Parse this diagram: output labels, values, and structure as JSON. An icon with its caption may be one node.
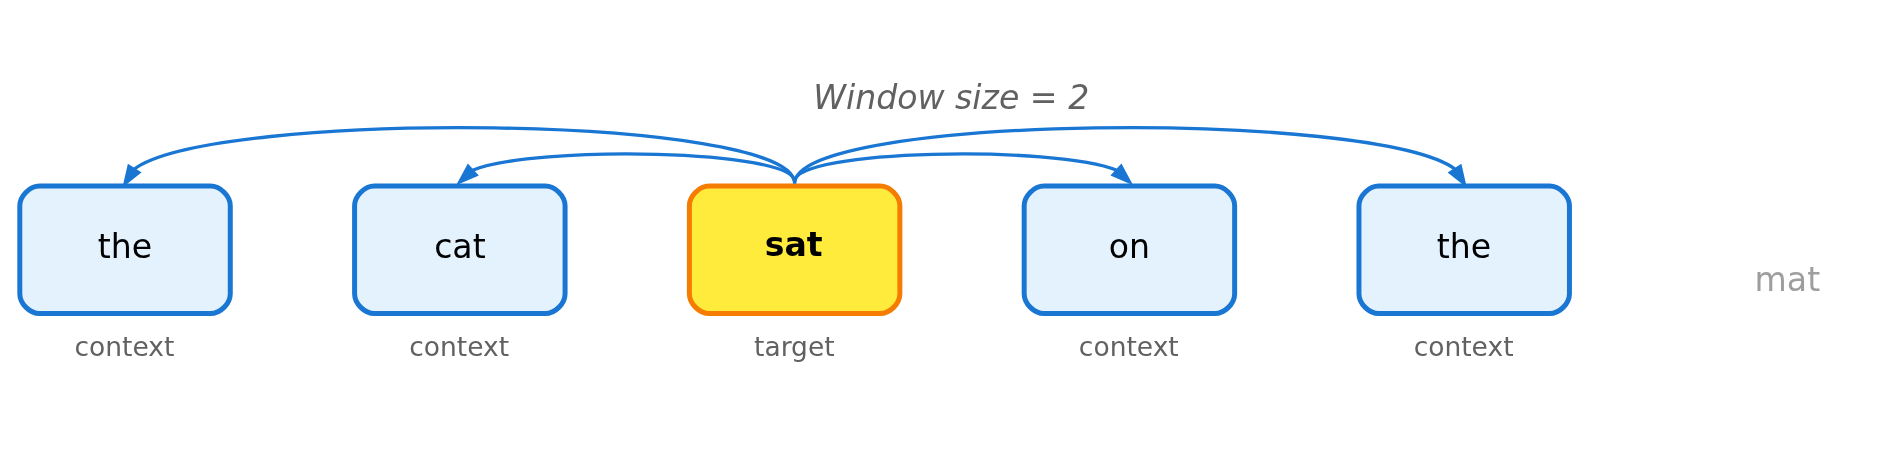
{
  "diagram": {
    "title": "Window size = 2",
    "nodes": [
      {
        "text": [
          "the"
        ],
        "beside": [
          "context"
        ]
      },
      {
        "text": [
          "cat"
        ],
        "beside": [
          "context"
        ]
      },
      {
        "text": [
          "sat"
        ],
        "beside": [
          "target"
        ]
      },
      {
        "text": [
          "on"
        ],
        "beside": [
          "context"
        ]
      },
      {
        "text": [
          "the"
        ],
        "beside": [
          "context"
        ]
      }
    ],
    "edges": [
      {
        "from": 2,
        "to": 0,
        "arrow": "to"
      },
      {
        "from": 2,
        "to": 1,
        "arrow": "to"
      },
      {
        "from": 2,
        "to": 3,
        "arrow": "to"
      },
      {
        "from": 2,
        "to": 4,
        "arrow": "to"
      }
    ],
    "labels": [
      "mat"
    ]
  }
}
